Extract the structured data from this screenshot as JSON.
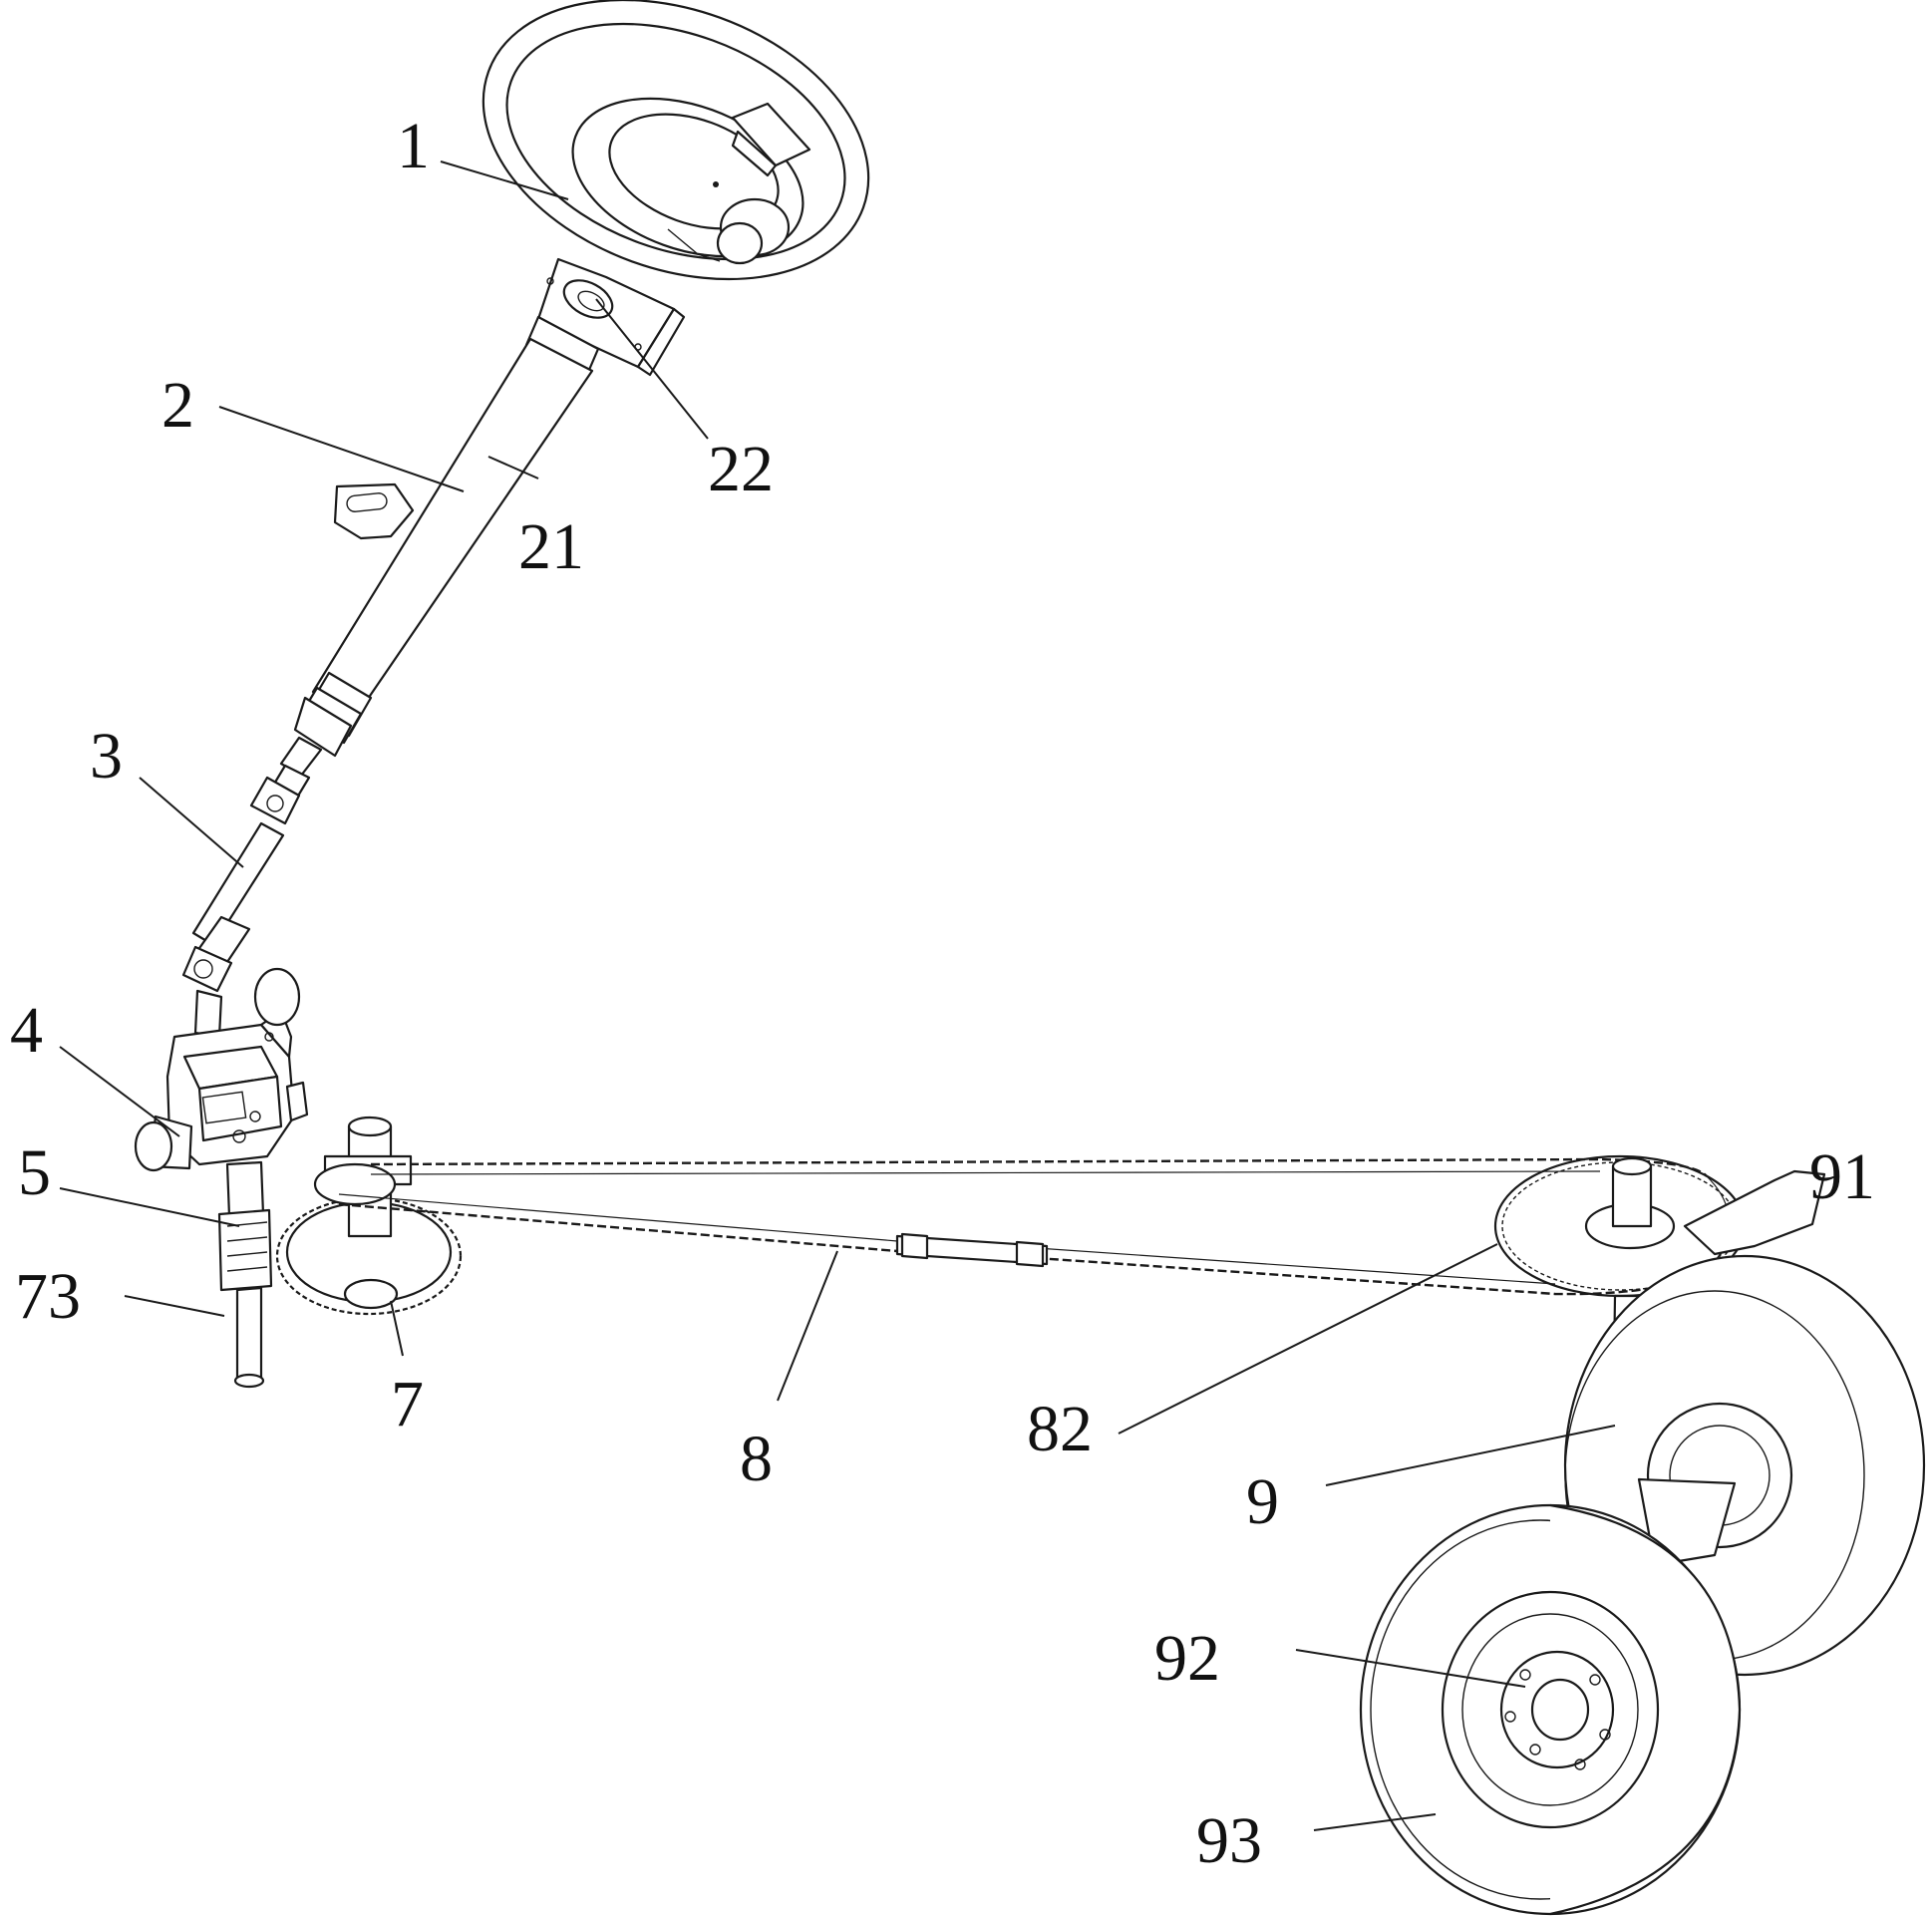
{
  "callouts": [
    {
      "id": "1",
      "text": "1"
    },
    {
      "id": "2",
      "text": "2"
    },
    {
      "id": "21",
      "text": "21"
    },
    {
      "id": "22",
      "text": "22"
    },
    {
      "id": "3",
      "text": "3"
    },
    {
      "id": "4",
      "text": "4"
    },
    {
      "id": "5",
      "text": "5"
    },
    {
      "id": "73",
      "text": "73"
    },
    {
      "id": "7",
      "text": "7"
    },
    {
      "id": "8",
      "text": "8"
    },
    {
      "id": "82",
      "text": "82"
    },
    {
      "id": "91",
      "text": "91"
    },
    {
      "id": "9",
      "text": "9"
    },
    {
      "id": "92",
      "text": "92"
    },
    {
      "id": "93",
      "text": "93"
    }
  ]
}
